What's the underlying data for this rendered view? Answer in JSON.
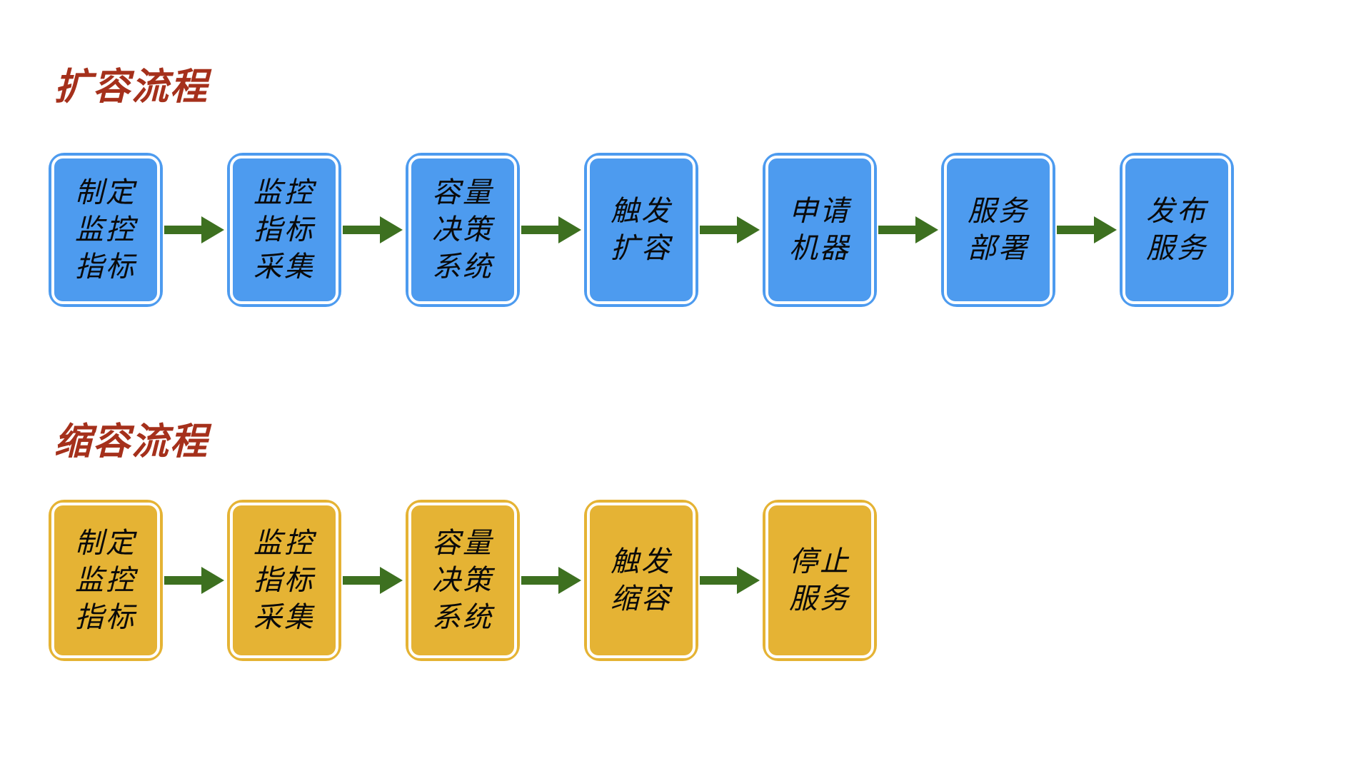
{
  "diagram": {
    "title_color": "#A5301B",
    "arrow_color": "#3D7020",
    "background": "#ffffff",
    "sections": [
      {
        "id": "expand",
        "title": "扩容流程",
        "node_fill": "#4D9BEF",
        "node_border": "#4D9BEF",
        "nodes": [
          {
            "label": "制定\n监控\n指标"
          },
          {
            "label": "监控\n指标\n采集"
          },
          {
            "label": "容量\n决策\n系统"
          },
          {
            "label": "触发\n扩容"
          },
          {
            "label": "申请\n机器"
          },
          {
            "label": "服务\n部署"
          },
          {
            "label": "发布\n服务"
          }
        ],
        "arrows": [
          "arrow-right",
          "arrow-right",
          "arrow-right",
          "arrow-right",
          "arrow-right",
          "arrow-right"
        ]
      },
      {
        "id": "shrink",
        "title": "缩容流程",
        "node_fill": "#E5B334",
        "node_border": "#E5B334",
        "nodes": [
          {
            "label": "制定\n监控\n指标"
          },
          {
            "label": "监控\n指标\n采集"
          },
          {
            "label": "容量\n决策\n系统"
          },
          {
            "label": "触发\n缩容"
          },
          {
            "label": "停止\n服务"
          }
        ],
        "arrows": [
          "arrow-right",
          "arrow-right",
          "arrow-right",
          "arrow-right"
        ]
      }
    ]
  }
}
